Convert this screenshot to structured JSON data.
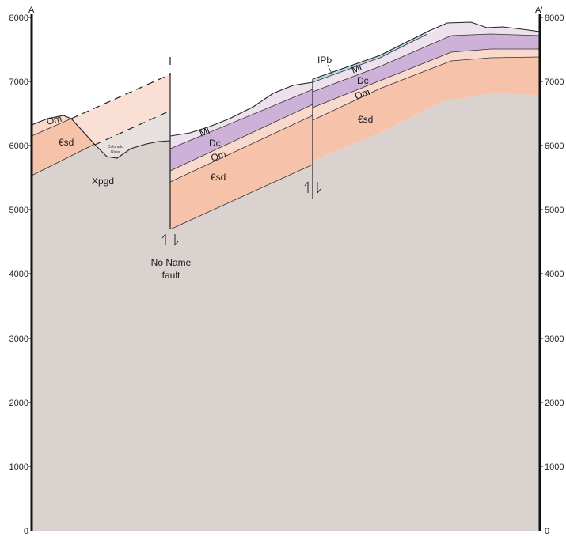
{
  "section": {
    "left_end": "A",
    "right_end": "A'",
    "left_axis_ticks": [
      "8000",
      "7000",
      "6000",
      "5000",
      "4000",
      "3000",
      "2000",
      "1000",
      "0"
    ],
    "right_axis_ticks": [
      "8000",
      "7000",
      "6000",
      "5000",
      "4000",
      "3000",
      "2000",
      "1000",
      "0"
    ]
  },
  "units": {
    "om": "Om",
    "esd": "€sd",
    "xpgd": "Xpgd",
    "ml": "Ml",
    "dc": "Dc",
    "ipb": "IPb"
  },
  "features": {
    "river_line1": "Colorado",
    "river_line2": "River",
    "fault_line1": "No Name",
    "fault_line2": "fault"
  },
  "colors": {
    "basement": "#d9d2cf",
    "esd": "#f6c2aa",
    "om": "#f9d9cc",
    "dc": "#cdb1d8",
    "ml": "#ece1ec",
    "ipb": "#b9d6ec",
    "eroded": "#f9dfd4"
  }
}
